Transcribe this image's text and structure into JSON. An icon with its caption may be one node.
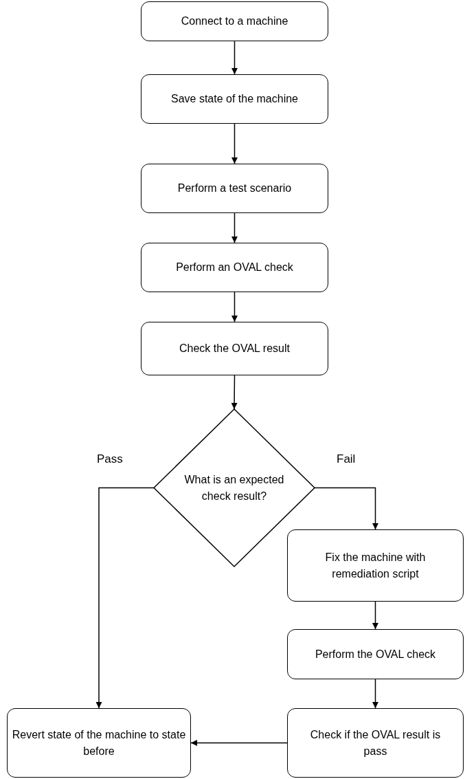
{
  "diagram": {
    "nodes": [
      {
        "text": [
          "Connect to a machine"
        ]
      },
      {
        "text": [
          "Save state of the machine"
        ]
      },
      {
        "text": [
          "Perform a test scenario"
        ]
      },
      {
        "text": [
          "Perform an OVAL check"
        ]
      },
      {
        "text": [
          "Check the OVAL result"
        ]
      },
      {
        "text": [
          "What is an expected check result?"
        ]
      },
      {
        "text": [
          "Fix the machine with remediation script"
        ]
      },
      {
        "text": [
          "Perform the OVAL check"
        ]
      },
      {
        "text": [
          "Check if the OVAL result is pass"
        ]
      },
      {
        "text": [
          "Revert state of the machine to state before"
        ]
      }
    ],
    "edges": [
      {
        "from": 0,
        "to": 1,
        "arrow": "to"
      },
      {
        "from": 1,
        "to": 2,
        "arrow": "to"
      },
      {
        "from": 2,
        "to": 3,
        "arrow": "to"
      },
      {
        "from": 3,
        "to": 4,
        "arrow": "to"
      },
      {
        "from": 4,
        "to": 5,
        "arrow": "to"
      },
      {
        "from": 5,
        "to": 6,
        "arrow": "to",
        "label": "Fail"
      },
      {
        "from": 6,
        "to": 7,
        "arrow": "to"
      },
      {
        "from": 7,
        "to": 8,
        "arrow": "to"
      },
      {
        "from": 8,
        "to": 9,
        "arrow": "to"
      },
      {
        "from": 5,
        "to": 9,
        "arrow": "to",
        "label": "Pass"
      }
    ]
  }
}
